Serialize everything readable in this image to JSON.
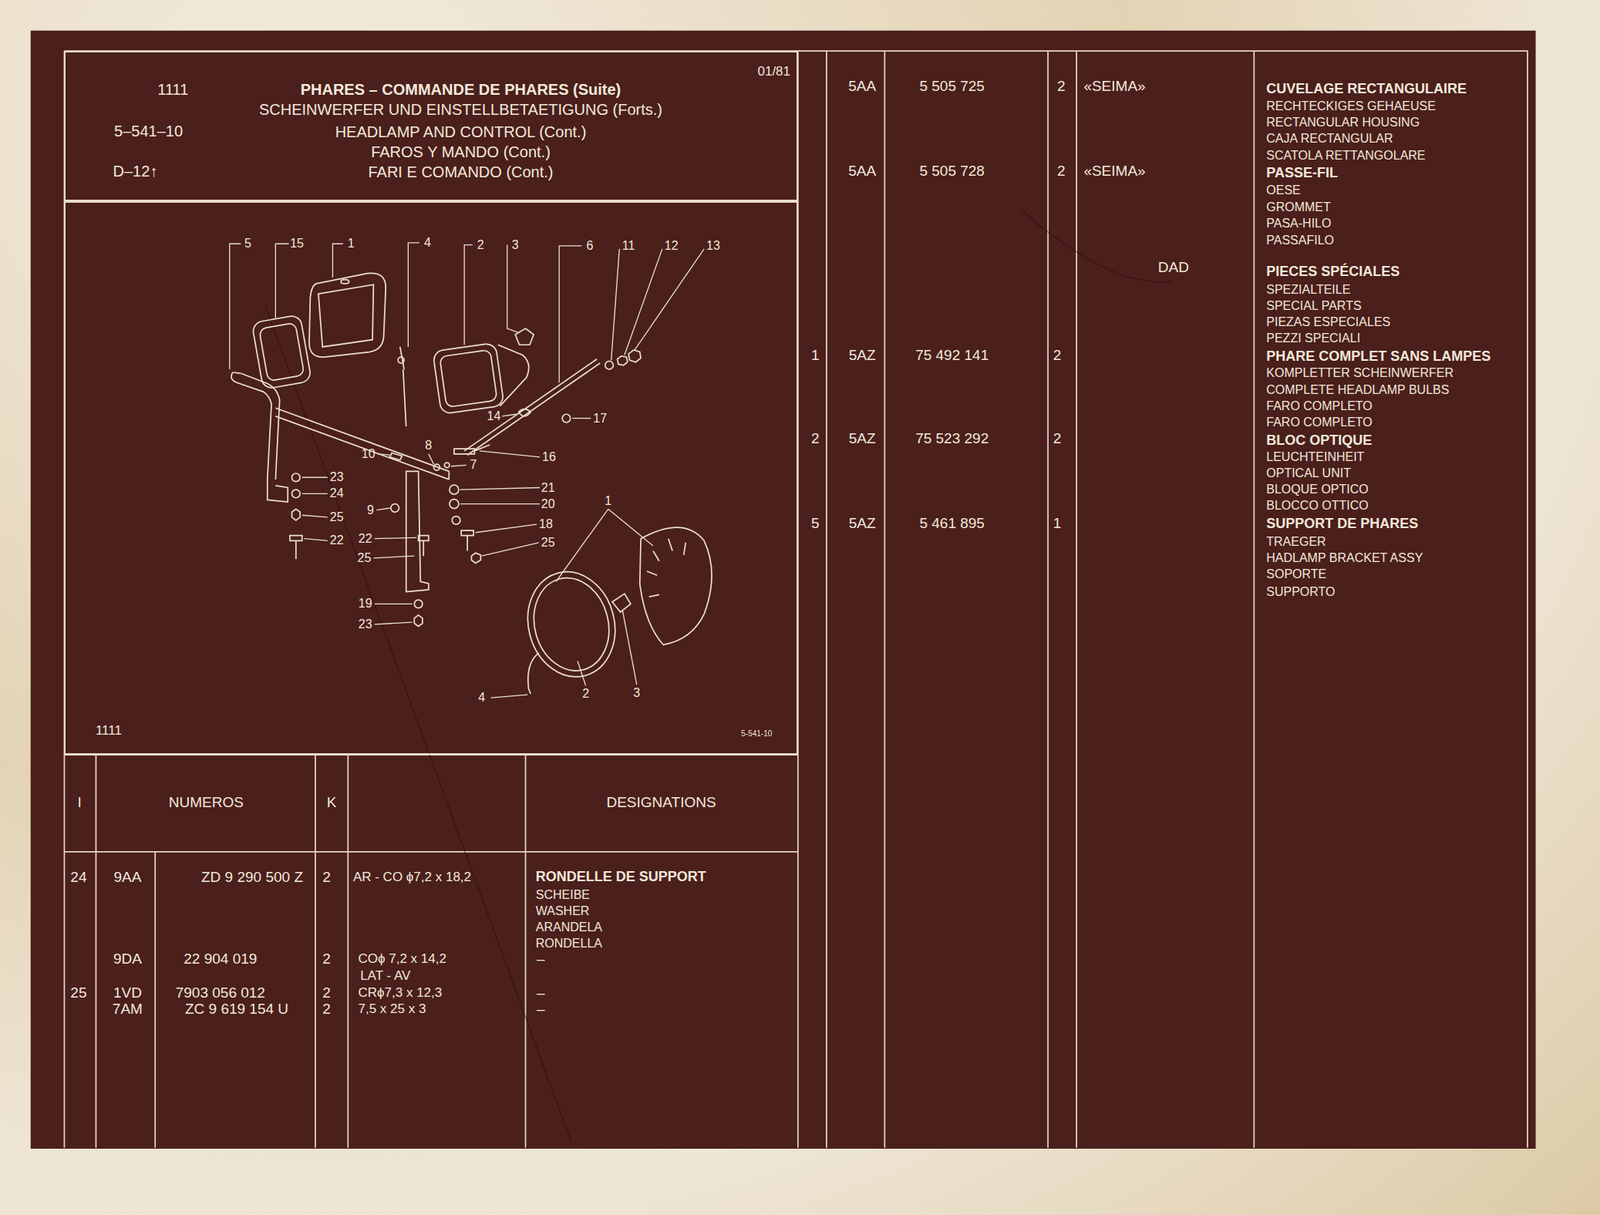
{
  "diagram": {
    "nodes": [
      {
        "text": [
          "1111",
          "5–541–10",
          "D–12↑",
          "01/81",
          "PHARES – COMMANDE DE PHARES (Suite)",
          "SCHEINWERFER UND EINSTELLBETAETIGUNG (Forts.)",
          "HEADLAMP AND CONTROL (Cont.)",
          "FAROS Y MANDO (Cont.)",
          "FARI E COMANDO (Cont.)"
        ]
      },
      {
        "text": [
          "1111",
          "5-541-10"
        ]
      }
    ],
    "labels": [
      "5AA",
      "5 505 725",
      "2",
      "«SEIMA»",
      "CUVELAGE RECTANGULAIRE",
      "RECHTECKIGES GEHAEUSE",
      "RECTANGULAR HOUSING",
      "CAJA RECTANGULAR",
      "SCATOLA RETTANGOLARE",
      "5AA",
      "5 505 728",
      "2",
      "«SEIMA»",
      "PASSE-FIL",
      "OESE",
      "GROMMET",
      "PASA-HILO",
      "PASSAFILO",
      "DAD",
      "PIECES SPÉCIALES",
      "SPEZIALTEILE",
      "SPECIAL PARTS",
      "PIEZAS ESPECIALES",
      "PEZZI SPECIALI",
      "1",
      "5AZ",
      "75 492 141",
      "2",
      "PHARE COMPLET SANS LAMPES",
      "KOMPLETTER SCHEINWERFER",
      "COMPLETE HEADLAMP BULBS",
      "FARO COMPLETO",
      "FARO COMPLETO",
      "2",
      "5AZ",
      "75 523 292",
      "2",
      "BLOC OPTIQUE",
      "LEUCHTEINHEIT",
      "OPTICAL UNIT",
      "BLOQUE OPTICO",
      "BLOCCO OTTICO",
      "5",
      "5AZ",
      "5 461 895",
      "1",
      "SUPPORT DE PHARES",
      "TRAEGER",
      "HADLAMP BRACKET ASSY",
      "SOPORTE",
      "SUPPORTO",
      "I",
      "NUMEROS",
      "K",
      "DESIGNATIONS",
      "24",
      "9AA",
      "ZD 9 290 500 Z",
      "2",
      "AR - CO ϕ7,2 x 18,2",
      "RONDELLE DE SUPPORT",
      "SCHEIBE",
      "WASHER",
      "ARANDELA",
      "RONDELLA",
      "9DA",
      "22 904 019",
      "2",
      "COϕ 7,2 x 14,2",
      "LAT - AV",
      "–",
      "25",
      "1VD",
      "7903 056 012",
      "2",
      "CRϕ7,3 x 12,3",
      "–",
      "7AM",
      "ZC 9 619 154 U",
      "2",
      "7,5 x 25 x 3",
      "–",
      "5",
      "15",
      "1",
      "4",
      "2",
      "3",
      "6",
      "11",
      "12",
      "13",
      "14",
      "17",
      "10",
      "8",
      "7",
      "16",
      "23",
      "24",
      "21",
      "20",
      "25",
      "9",
      "18",
      "22",
      "22",
      "25",
      "25",
      "19",
      "23",
      "1",
      "4",
      "2",
      "3"
    ]
  }
}
